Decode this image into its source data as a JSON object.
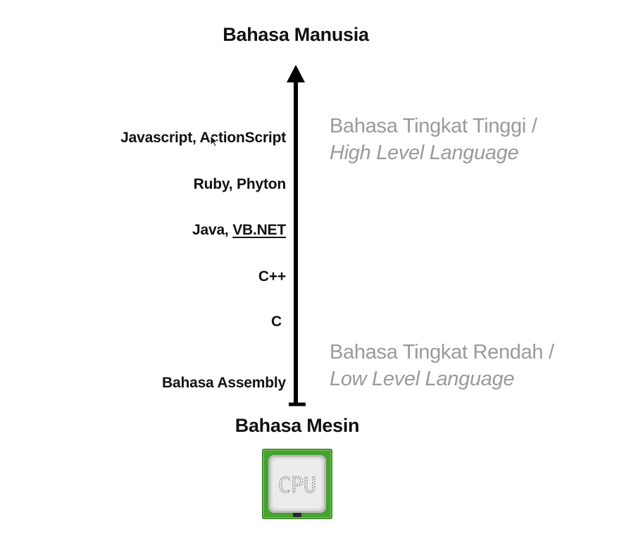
{
  "top_label": "Bahasa Manusia",
  "bottom_label": "Bahasa Mesin",
  "languages": {
    "js": "Javascript, ActionScript",
    "ruby": "Ruby, Phyton",
    "java_prefix": "Java, ",
    "java_vbnet": "VB.NET",
    "cpp": "C++",
    "c": "C",
    "asm": "Bahasa Assembly"
  },
  "high_level": {
    "id": "Bahasa Tingkat Tinggi /",
    "en": "High Level Language"
  },
  "low_level": {
    "id": "Bahasa Tingkat Rendah /",
    "en": "Low Level Language"
  },
  "cpu_icon": {
    "text": "CPU",
    "icon": "cpu-chip-icon",
    "board_color": "#3d9a2a",
    "chip_color": "#d7d7d7"
  },
  "colors": {
    "text": "#111111",
    "level_text": "#9a9a9a",
    "axis": "#000000"
  }
}
